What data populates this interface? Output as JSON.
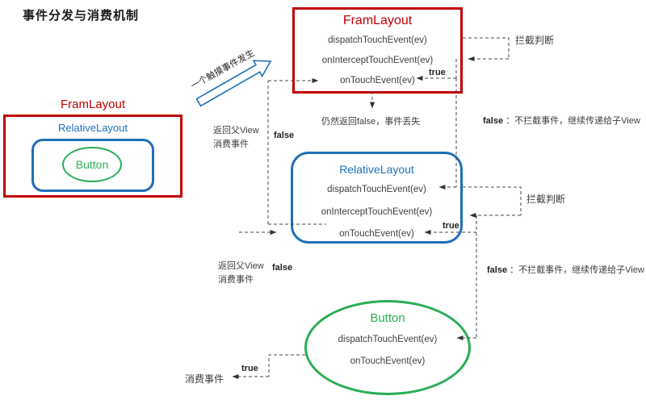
{
  "page_title": "事件分发与消费机制",
  "colors": {
    "red": "#C00000",
    "blue": "#1F6FB8",
    "green": "#2BAD55"
  },
  "left_group": {
    "framlayout": "FramLayout",
    "relativelayout": "RelativeLayout",
    "button": "Button"
  },
  "top_box": {
    "title": "FramLayout",
    "methods": [
      "dispatchTouchEvent(ev)",
      "onInterceptTouchEvent(ev)",
      "onTouchEvent(ev)"
    ]
  },
  "middle_box": {
    "title": "RelativeLayout",
    "methods": [
      "dispatchTouchEvent(ev)",
      "onInterceptTouchEvent(ev)",
      "onTouchEvent(ev)"
    ]
  },
  "button_node": {
    "title": "Button",
    "methods": [
      "dispatchTouchEvent(ev)",
      "onTouchEvent(ev)"
    ]
  },
  "annotations": {
    "touch_origin": "一个触摸事件发生",
    "intercept_judge_top": "拦截判断",
    "intercept_judge_mid": "拦截判断",
    "true_top": "true",
    "true_mid": "true",
    "true_bottom": "true",
    "false_left_top": "false",
    "false_left_mid": "false",
    "not_intercept_top_bold": "false",
    "not_intercept_top_rest": " ：不拦截事件，继续传递给子View",
    "not_intercept_mid_bold": "false",
    "not_intercept_mid_rest": " ：不拦截事件，继续传递给子View",
    "return_parent_top_line1": "返回父View",
    "return_parent_top_line2": "消费事件",
    "return_parent_mid_line1": "返回父View",
    "return_parent_mid_line2": "消费事件",
    "still_false": "仍然返回false，事件丢失",
    "consume_event": "消费事件"
  }
}
